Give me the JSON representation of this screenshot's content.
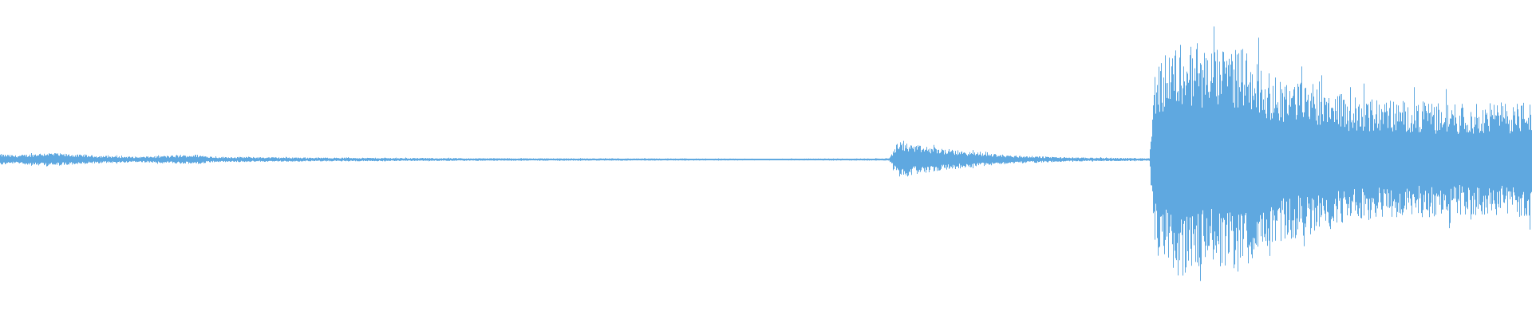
{
  "waveform": {
    "color": "#5fa8e0",
    "background": "#ffffff",
    "envelope": [
      {
        "t": 0.0,
        "amp": 0.04
      },
      {
        "t": 0.01,
        "amp": 0.03
      },
      {
        "t": 0.03,
        "amp": 0.05
      },
      {
        "t": 0.06,
        "amp": 0.03
      },
      {
        "t": 0.09,
        "amp": 0.02
      },
      {
        "t": 0.128,
        "amp": 0.035
      },
      {
        "t": 0.14,
        "amp": 0.02
      },
      {
        "t": 0.2,
        "amp": 0.015
      },
      {
        "t": 0.3,
        "amp": 0.01
      },
      {
        "t": 0.4,
        "amp": 0.008
      },
      {
        "t": 0.5,
        "amp": 0.006
      },
      {
        "t": 0.58,
        "amp": 0.008
      },
      {
        "t": 0.586,
        "amp": 0.13
      },
      {
        "t": 0.6,
        "amp": 0.1
      },
      {
        "t": 0.63,
        "amp": 0.06
      },
      {
        "t": 0.66,
        "amp": 0.03
      },
      {
        "t": 0.7,
        "amp": 0.015
      },
      {
        "t": 0.75,
        "amp": 0.01
      },
      {
        "t": 0.754,
        "amp": 0.7
      },
      {
        "t": 0.77,
        "amp": 0.85
      },
      {
        "t": 0.79,
        "amp": 0.78
      },
      {
        "t": 0.81,
        "amp": 0.83
      },
      {
        "t": 0.83,
        "amp": 0.6
      },
      {
        "t": 0.86,
        "amp": 0.55
      },
      {
        "t": 0.88,
        "amp": 0.45
      },
      {
        "t": 0.92,
        "amp": 0.42
      },
      {
        "t": 0.96,
        "amp": 0.4
      },
      {
        "t": 1.0,
        "amp": 0.42
      }
    ]
  }
}
